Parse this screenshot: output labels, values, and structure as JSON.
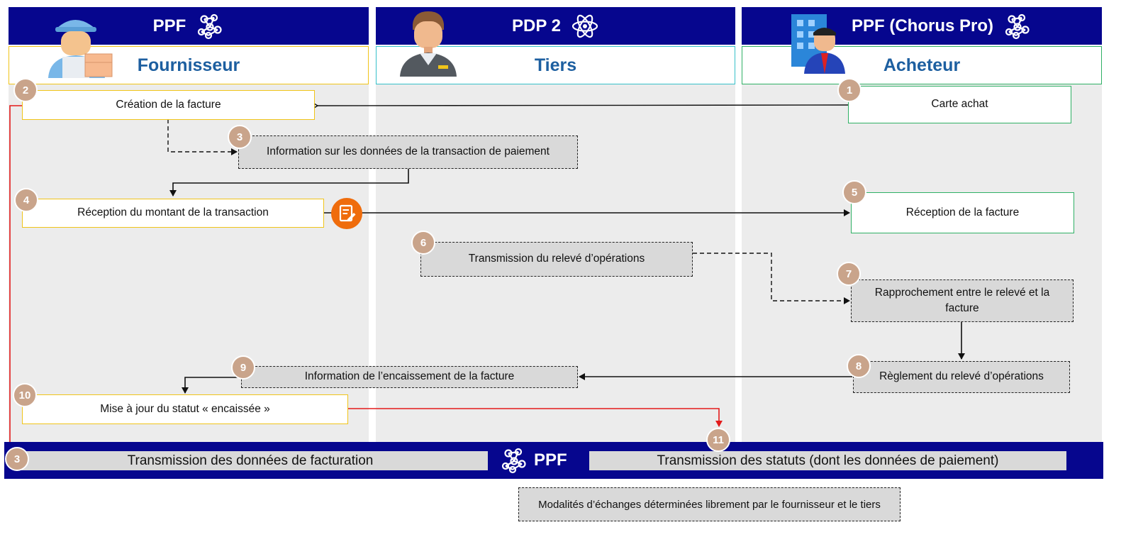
{
  "lanes": [
    {
      "header": "PPF",
      "role": "Fournisseur",
      "header_icon": "network-icon",
      "avatar": "supplier-delivery-person-icon"
    },
    {
      "header": "PDP 2",
      "role": "Tiers",
      "header_icon": "atom-icon",
      "avatar": "third-party-person-icon"
    },
    {
      "header": "PPF (Chorus Pro)",
      "role": "Acheteur",
      "header_icon": "network-icon",
      "avatar": "buyer-building-person-icon"
    }
  ],
  "steps": {
    "s1": {
      "num": "1",
      "text": "Carte achat"
    },
    "s2": {
      "num": "2",
      "text": "Création de la facture"
    },
    "s3": {
      "num": "3",
      "text": "Information sur les données de la transaction de paiement"
    },
    "s4": {
      "num": "4",
      "text": "Réception du montant de la transaction"
    },
    "s5": {
      "num": "5",
      "text": "Réception de la facture"
    },
    "s6": {
      "num": "6",
      "text": "Transmission du relevé d’opérations"
    },
    "s7": {
      "num": "7",
      "text": "Rapprochement entre le relevé et la facture"
    },
    "s8": {
      "num": "8",
      "text": "Règlement du relevé d’opérations"
    },
    "s9": {
      "num": "9",
      "text": "Information de l’encaissement de la facture"
    },
    "s10": {
      "num": "10",
      "text": "Mise à jour du statut « encaissée »"
    }
  },
  "bottom": {
    "center_label": "PPF",
    "left_num": "3",
    "left_text": "Transmission des données de facturation",
    "right_num": "11",
    "right_text": "Transmission des statuts (dont les données de paiement)"
  },
  "legend": {
    "text": "Modalités d’échanges déterminées librement par le fournisseur et le tiers"
  },
  "icons": {
    "invoice_badge": "invoice-edit-icon",
    "ppf_bottom": "network-icon"
  },
  "colors": {
    "header_blue": "#06068e",
    "role_text": "#1d5fa0",
    "step_badge": "#c9a48b",
    "supplier_border": "#f0c419",
    "buyer_border": "#2fb065",
    "status_line": "#e31b1b",
    "invoice_badge": "#ef6c0c"
  }
}
